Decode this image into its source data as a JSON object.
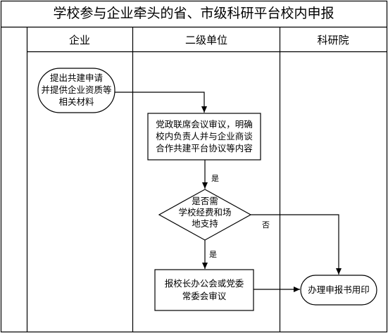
{
  "title": "学校参与企业牵头的省、市级科研平台校内申报",
  "lanes": [
    {
      "id": "enterprise",
      "label": "企业"
    },
    {
      "id": "dept",
      "label": "二级单位"
    },
    {
      "id": "research",
      "label": "科研院"
    }
  ],
  "nodes": {
    "start": {
      "lines": [
        "提出共建申请",
        "并提供企业资质等",
        "相关材料"
      ]
    },
    "review": {
      "lines": [
        "党政联席会议审议，明确",
        "校内负责人并与企业商谈",
        "合作共建平台协议等内容"
      ]
    },
    "decision": {
      "lines": [
        "是否需",
        "学校经费和场",
        "地支持"
      ]
    },
    "report": {
      "lines": [
        "报校长办公会或党委",
        "常委会审议"
      ]
    },
    "end": {
      "lines": [
        "办理申报书用印"
      ]
    }
  },
  "edge_labels": {
    "review_to_decision": "是",
    "decision_to_report": "是",
    "decision_to_end": "否"
  }
}
